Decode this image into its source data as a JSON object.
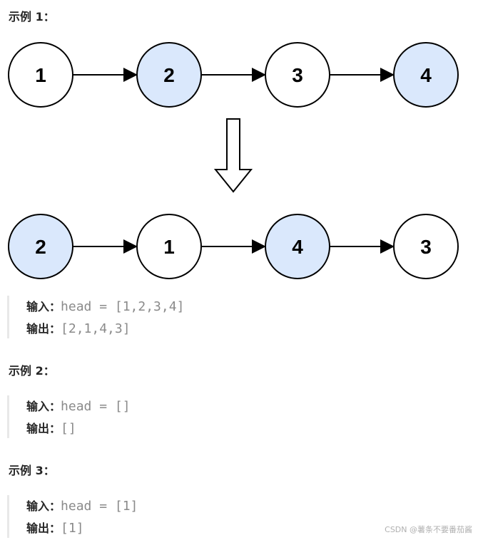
{
  "examples": [
    {
      "title": "示例 1：",
      "input_label": "输入：",
      "input": "head = [1,2,3,4]",
      "output_label": "输出：",
      "output": "[2,1,4,3]"
    },
    {
      "title": "示例 2：",
      "input_label": "输入：",
      "input": "head = []",
      "output_label": "输出：",
      "output": "[]"
    },
    {
      "title": "示例 3：",
      "input_label": "输入：",
      "input": "head = [1]",
      "output_label": "输出：",
      "output": "[1]"
    }
  ],
  "diagram": {
    "before": [
      {
        "label": "1",
        "highlight": false
      },
      {
        "label": "2",
        "highlight": true
      },
      {
        "label": "3",
        "highlight": false
      },
      {
        "label": "4",
        "highlight": true
      }
    ],
    "after": [
      {
        "label": "2",
        "highlight": true
      },
      {
        "label": "1",
        "highlight": false
      },
      {
        "label": "4",
        "highlight": true
      },
      {
        "label": "3",
        "highlight": false
      }
    ],
    "highlight_color": "#dae8fc"
  },
  "watermark": "CSDN @薯条不要番茄酱"
}
